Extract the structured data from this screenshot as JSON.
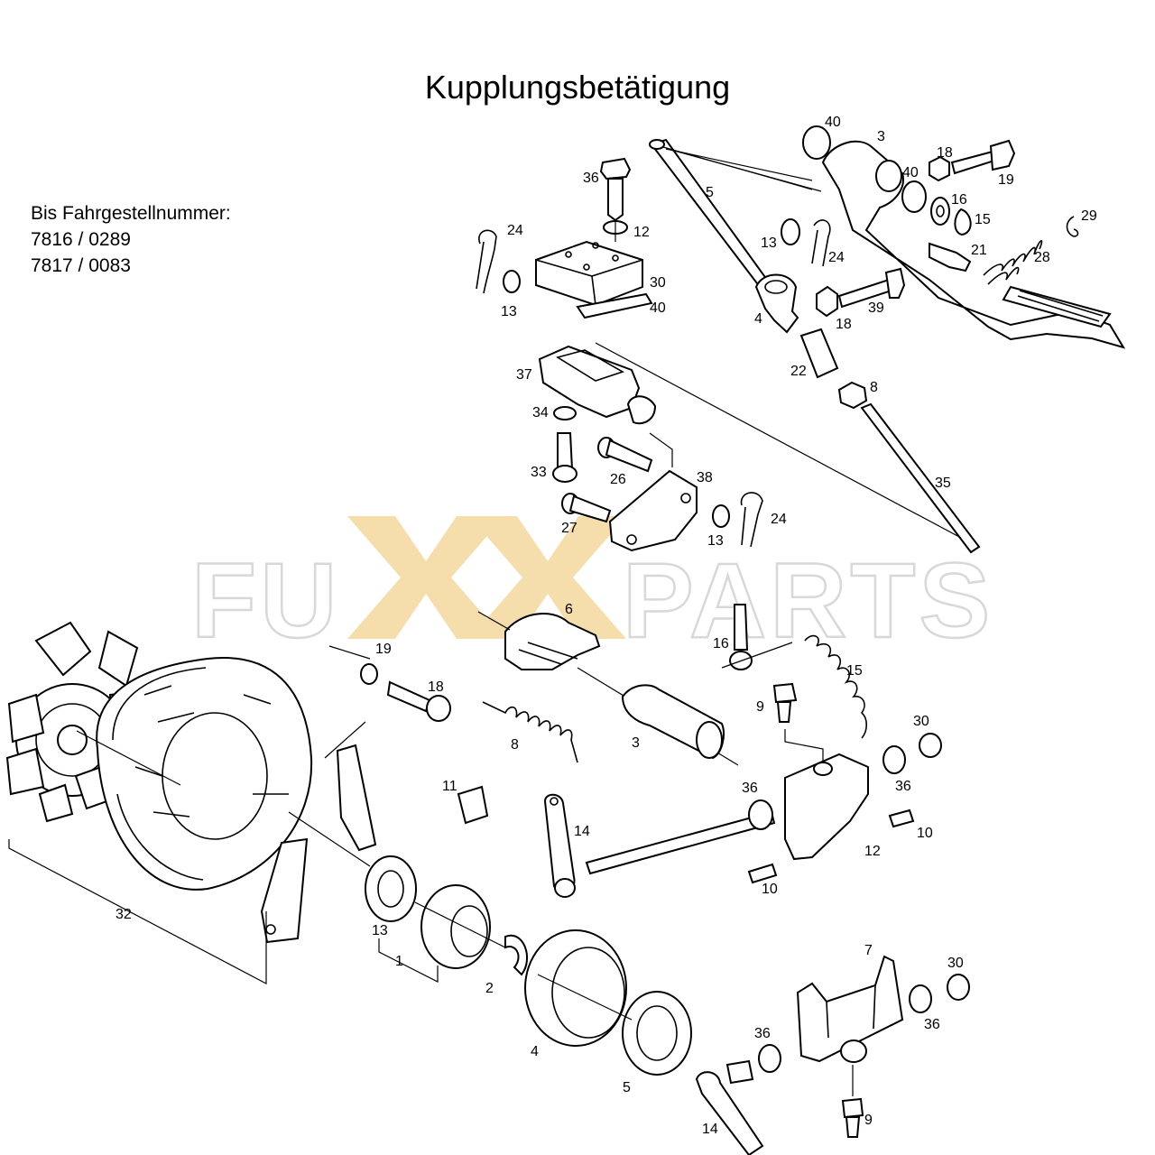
{
  "title": "Kupplungsbetätigung",
  "serial_block": {
    "heading": "Bis Fahrgestellnummer:",
    "numbers": [
      "7816 / 0289",
      "7817 / 0083"
    ]
  },
  "watermark": {
    "text_left": "FU",
    "text_right": "PARTS",
    "accent_color": "#f5deac",
    "outline_color": "#d8d8d8"
  },
  "callouts": [
    {
      "id": "c40a",
      "label": "40"
    },
    {
      "id": "c3a",
      "label": "3"
    },
    {
      "id": "c18a",
      "label": "18"
    },
    {
      "id": "c19a",
      "label": "19"
    },
    {
      "id": "c40b",
      "label": "40"
    },
    {
      "id": "c16a",
      "label": "16"
    },
    {
      "id": "c15a",
      "label": "15"
    },
    {
      "id": "c29",
      "label": "29"
    },
    {
      "id": "c36a",
      "label": "36"
    },
    {
      "id": "c12a",
      "label": "12"
    },
    {
      "id": "c24a",
      "label": "24"
    },
    {
      "id": "c5a",
      "label": "5"
    },
    {
      "id": "c13a",
      "label": "13"
    },
    {
      "id": "c24b",
      "label": "24"
    },
    {
      "id": "c21",
      "label": "21"
    },
    {
      "id": "c28",
      "label": "28"
    },
    {
      "id": "c30a",
      "label": "30"
    },
    {
      "id": "c40c",
      "label": "40"
    },
    {
      "id": "c13b",
      "label": "13"
    },
    {
      "id": "c4a",
      "label": "4"
    },
    {
      "id": "c18b",
      "label": "18"
    },
    {
      "id": "c39",
      "label": "39"
    },
    {
      "id": "c37",
      "label": "37"
    },
    {
      "id": "c22",
      "label": "22"
    },
    {
      "id": "c8a",
      "label": "8"
    },
    {
      "id": "c34",
      "label": "34"
    },
    {
      "id": "c33",
      "label": "33"
    },
    {
      "id": "c26",
      "label": "26"
    },
    {
      "id": "c38",
      "label": "38"
    },
    {
      "id": "c35",
      "label": "35"
    },
    {
      "id": "c27",
      "label": "27"
    },
    {
      "id": "c13c",
      "label": "13"
    },
    {
      "id": "c24c",
      "label": "24"
    },
    {
      "id": "c6",
      "label": "6"
    },
    {
      "id": "c16b",
      "label": "16"
    },
    {
      "id": "c15b",
      "label": "15"
    },
    {
      "id": "c19b",
      "label": "19"
    },
    {
      "id": "c18c",
      "label": "18"
    },
    {
      "id": "c9a",
      "label": "9"
    },
    {
      "id": "c8b",
      "label": "8"
    },
    {
      "id": "c3b",
      "label": "3"
    },
    {
      "id": "c30b",
      "label": "30"
    },
    {
      "id": "c36b",
      "label": "36"
    },
    {
      "id": "c11",
      "label": "11"
    },
    {
      "id": "c36c",
      "label": "36"
    },
    {
      "id": "c10a",
      "label": "10"
    },
    {
      "id": "c14a",
      "label": "14"
    },
    {
      "id": "c12b",
      "label": "12"
    },
    {
      "id": "c10b",
      "label": "10"
    },
    {
      "id": "c32",
      "label": "32"
    },
    {
      "id": "c13d",
      "label": "13"
    },
    {
      "id": "c1",
      "label": "1"
    },
    {
      "id": "c2",
      "label": "2"
    },
    {
      "id": "c7",
      "label": "7"
    },
    {
      "id": "c30c",
      "label": "30"
    },
    {
      "id": "c36d",
      "label": "36"
    },
    {
      "id": "c36e",
      "label": "36"
    },
    {
      "id": "c4b",
      "label": "4"
    },
    {
      "id": "c5b",
      "label": "5"
    },
    {
      "id": "c9b",
      "label": "9"
    },
    {
      "id": "c14b",
      "label": "14"
    }
  ]
}
